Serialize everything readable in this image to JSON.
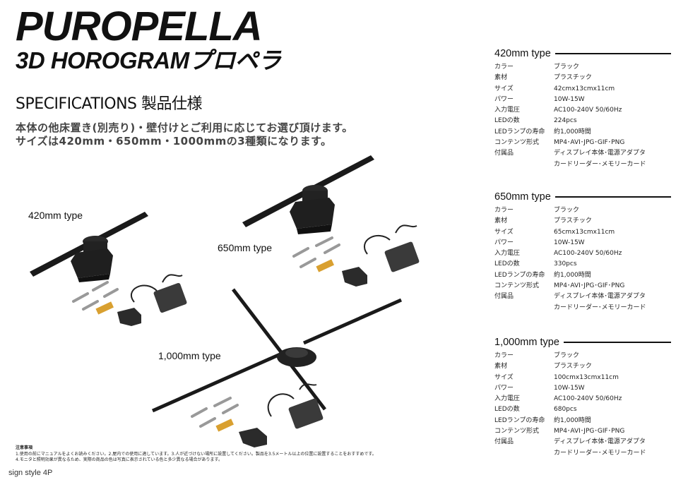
{
  "brand": {
    "title": "PUROPELLA",
    "subtitle": "3D HOROGRAMプロペラ"
  },
  "specifications_heading": "SPECIFICATIONS 製品仕様",
  "description": [
    "本体の他床置き(別売り)・壁付けとご利用に応じてお選び頂けます。",
    "サイズは420mm・650mm・1000mmの3種類になります。"
  ],
  "product_labels": {
    "p420": "420mm type",
    "p650": "650mm type",
    "p1000": "1,000mm type"
  },
  "notes": {
    "title": "注意事項",
    "line1": "1.使用の前にマニュアルをよくお読みください。2.屋内での使用に適しています。3.人が近づけない場所に設置してください。製品を3.5メートル以上の位置に設置することをおすすめです。",
    "line2": "4.モニタと照明効果が異なるため、実際の商品の色は写真に表示されている色と多少異なる場合があります。"
  },
  "footer": "sign style 4P",
  "specs": [
    {
      "title": "420mm type",
      "rows": [
        {
          "k": "カラー",
          "v": "ブラック"
        },
        {
          "k": "素材",
          "v": "プラスチック"
        },
        {
          "k": "サイズ",
          "v": "42cmx13cmx11cm"
        },
        {
          "k": "パワー",
          "v": "10W-15W"
        },
        {
          "k": "入力電圧",
          "v": "AC100-240V 50/60Hz"
        },
        {
          "k": "LEDの数",
          "v": "224pcs"
        },
        {
          "k": "LEDランプの寿命",
          "v": "約1,000時間"
        },
        {
          "k": "コンテンツ形式",
          "v": "MP4･AVI･JPG･GIF･PNG"
        },
        {
          "k": "付属品",
          "v": "ディスプレイ本体･電源アダプタ",
          "v2": "カードリーダー･メモリーカード"
        }
      ]
    },
    {
      "title": "650mm type",
      "rows": [
        {
          "k": "カラー",
          "v": "ブラック"
        },
        {
          "k": "素材",
          "v": "プラスチック"
        },
        {
          "k": "サイズ",
          "v": "65cmx13cmx11cm"
        },
        {
          "k": "パワー",
          "v": "10W-15W"
        },
        {
          "k": "入力電圧",
          "v": "AC100-240V 50/60Hz"
        },
        {
          "k": "LEDの数",
          "v": "330pcs"
        },
        {
          "k": "LEDランプの寿命",
          "v": "約1,000時間"
        },
        {
          "k": "コンテンツ形式",
          "v": "MP4･AVI･JPG･GIF･PNG"
        },
        {
          "k": "付属品",
          "v": "ディスプレイ本体･電源アダプタ",
          "v2": "カードリーダー･メモリーカード"
        }
      ]
    },
    {
      "title": "1,000mm type",
      "rows": [
        {
          "k": "カラー",
          "v": "ブラック"
        },
        {
          "k": "素材",
          "v": "プラスチック"
        },
        {
          "k": "サイズ",
          "v": "100cmx13cmx11cm"
        },
        {
          "k": "パワー",
          "v": "10W-15W"
        },
        {
          "k": "入力電圧",
          "v": "AC100-240V 50/60Hz"
        },
        {
          "k": "LEDの数",
          "v": "680pcs"
        },
        {
          "k": "LEDランプの寿命",
          "v": "約1,000時間"
        },
        {
          "k": "コンテンツ形式",
          "v": "MP4･AVI･JPG･GIF･PNG"
        },
        {
          "k": "付属品",
          "v": "ディスプレイ本体･電源アダプタ",
          "v2": "カードリーダー･メモリーカード"
        }
      ]
    }
  ]
}
